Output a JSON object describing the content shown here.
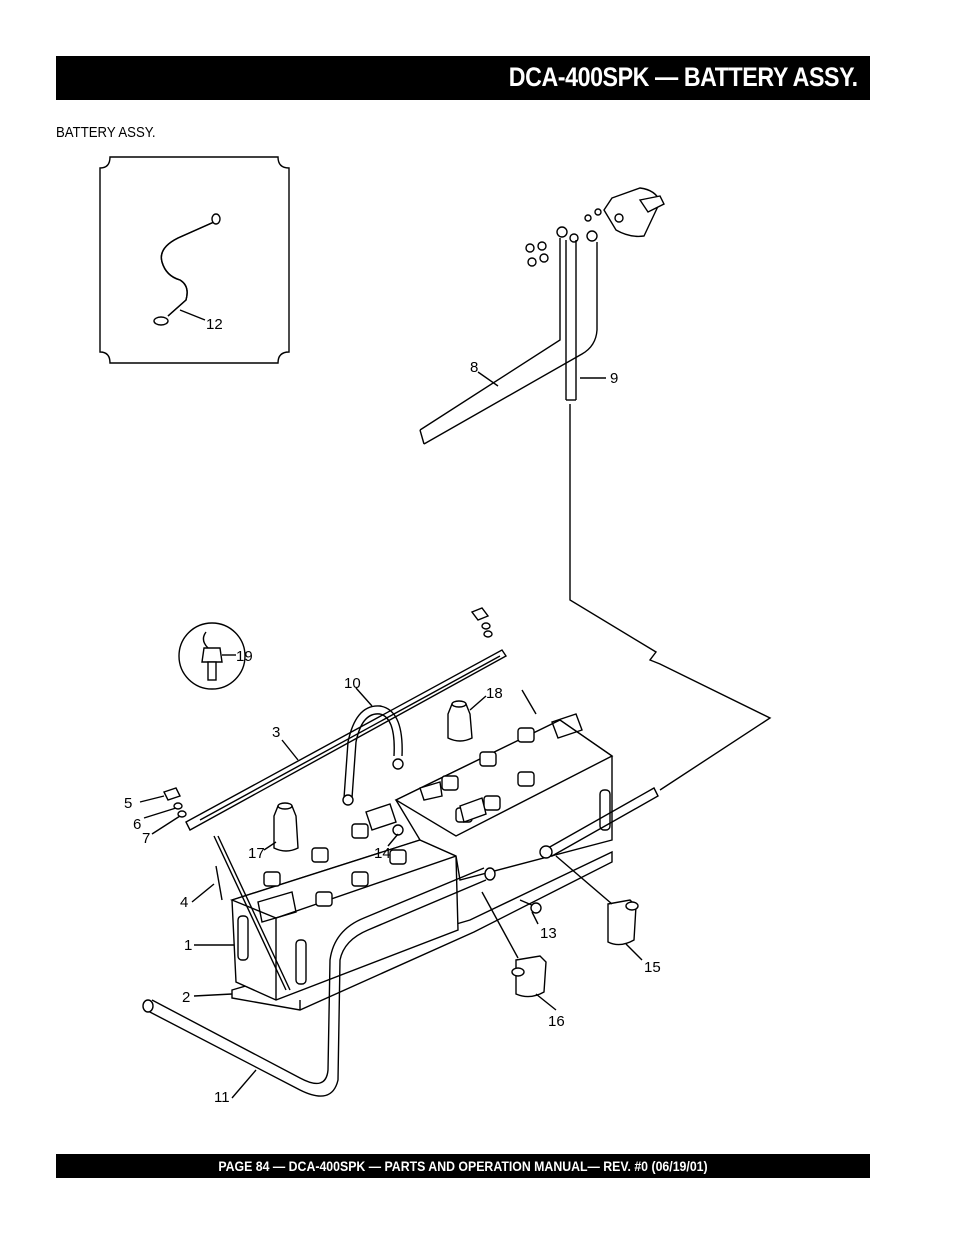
{
  "header": {
    "title": "DCA-400SPK — BATTERY ASSY."
  },
  "section": {
    "label": "BATTERY ASSY."
  },
  "callouts": {
    "c1": "1",
    "c2": "2",
    "c3": "3",
    "c4": "4",
    "c5": "5",
    "c6": "6",
    "c7": "7",
    "c8": "8",
    "c9": "9",
    "c10": "10",
    "c11": "11",
    "c12": "12",
    "c13": "13",
    "c14": "14",
    "c15": "15",
    "c16": "16",
    "c17": "17",
    "c18": "18",
    "c19": "19"
  },
  "footer": {
    "text": "PAGE 84 — DCA-400SPK — PARTS AND OPERATION MANUAL— REV. #0  (06/19/01)"
  }
}
